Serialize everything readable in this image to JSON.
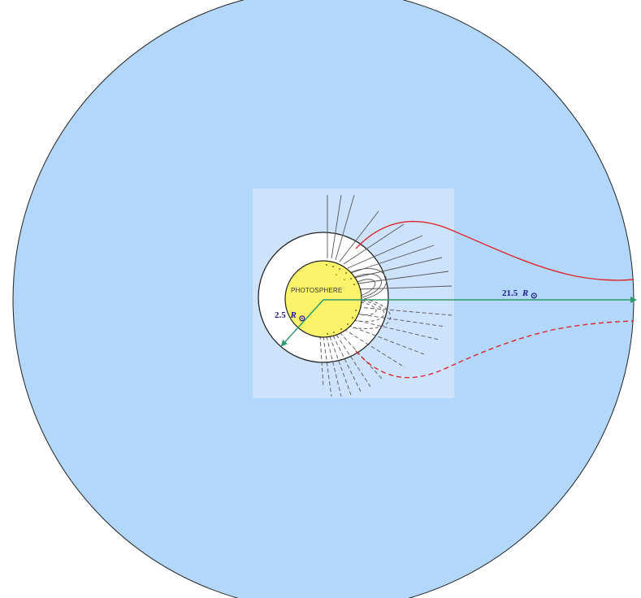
{
  "labels": {
    "photosphere": "PHOTOSPHERE",
    "inner_radius_value": "2.5",
    "outer_radius_value": "21.5",
    "radius_symbol": "R",
    "sun_symbol": "⊙"
  },
  "colors": {
    "outer_disk": "#b2d7fb",
    "inset_panel": "#cde3fb",
    "sun": "#fbf46a",
    "corona_ring": "#ffffff",
    "radius_arrow": "#2e9a6a",
    "streamer_boundary": "#e0262b",
    "field_lines": "#555555",
    "label_text": "#1a1a8c"
  },
  "icons": {
    "sun_symbol": "sun-circle-dot-symbol"
  }
}
